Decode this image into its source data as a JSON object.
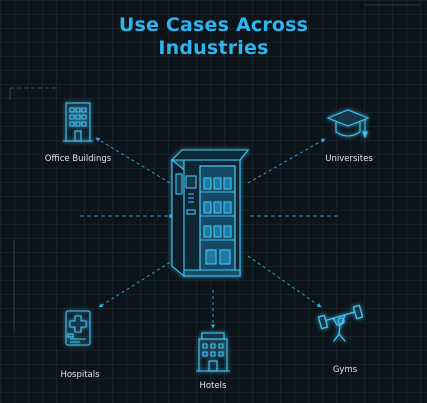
{
  "title": {
    "line1": "Use Cases Across",
    "line2": "Industries"
  },
  "colors": {
    "background": "#0d1419",
    "accent": "#2fb4f0",
    "label": "#dfe8ee"
  },
  "center": {
    "icon": "vending-machine-icon"
  },
  "use_cases": [
    {
      "label": "Office Buildings",
      "icon": "office-building-icon"
    },
    {
      "label": "Universites",
      "icon": "graduation-cap-icon"
    },
    {
      "label": "Hospitals",
      "icon": "hospital-bed-icon"
    },
    {
      "label": "Hotels",
      "icon": "hotel-building-icon"
    },
    {
      "label": "Gyms",
      "icon": "weightlifter-icon"
    }
  ]
}
